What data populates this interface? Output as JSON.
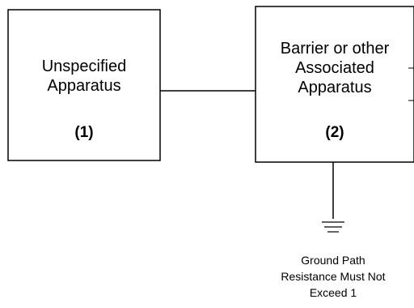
{
  "unspecified_apparatus": {
    "label_line1": "Unspecified",
    "label_line2": "Apparatus",
    "number": "(1)"
  },
  "associated_apparatus": {
    "label_line1": "Barrier or other",
    "label_line2": "Associated",
    "label_line3": "Apparatus",
    "number": "(2)"
  },
  "ground_note": {
    "line1": "Ground Path",
    "line2": "Resistance Must Not",
    "line3": "Exceed 1"
  }
}
